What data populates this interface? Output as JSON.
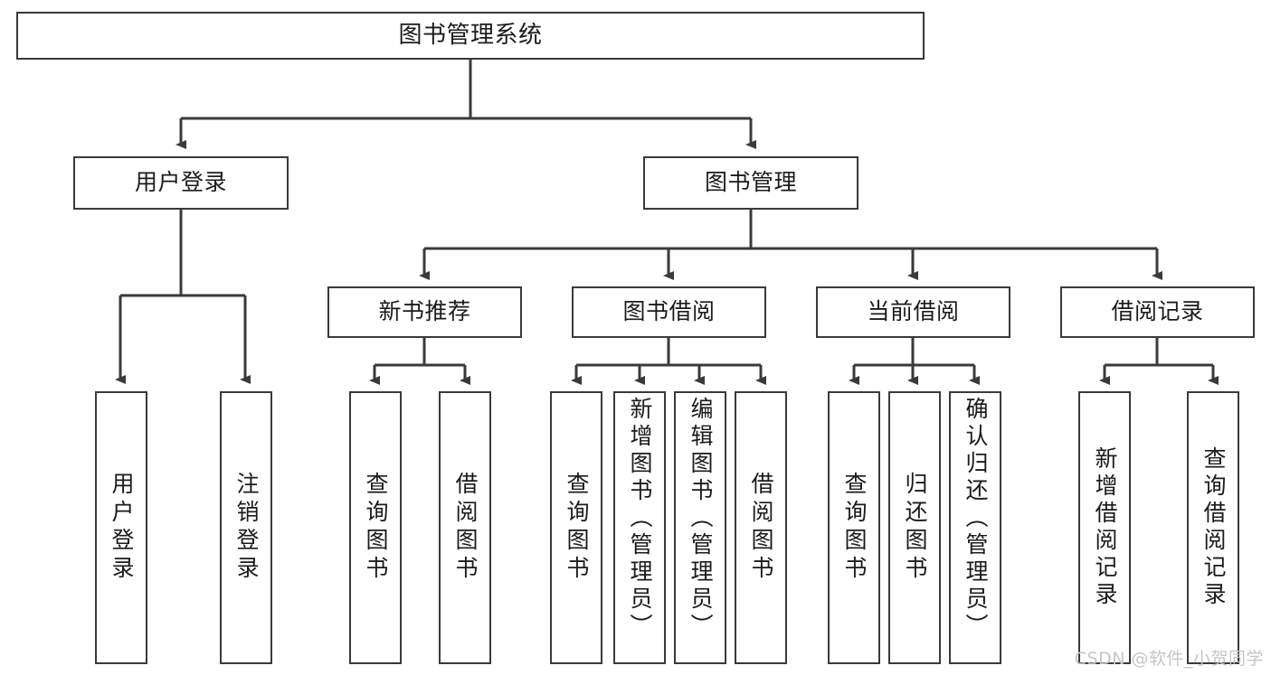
{
  "diagram": {
    "type": "tree-hierarchy-diagram",
    "title": "图书管理系统",
    "orientation": "top-down",
    "colors": {
      "box_border": "#3a3a3a",
      "box_fill": "#ffffff",
      "connector": "#3a3a3a",
      "text": "#1b1b1b",
      "watermark": "#c6c6c6",
      "background": "#ffffff"
    },
    "root": {
      "label": "图书管理系统"
    },
    "level2": [
      {
        "label": "用户登录"
      },
      {
        "label": "图书管理"
      }
    ],
    "level3": [
      {
        "label": "新书推荐"
      },
      {
        "label": "图书借阅"
      },
      {
        "label": "当前借阅"
      },
      {
        "label": "借阅记录"
      }
    ],
    "leaves": {
      "user_login": [
        {
          "label": "用户登录"
        },
        {
          "label": "注销登录"
        }
      ],
      "new_book_recommend": [
        {
          "label": "查询图书"
        },
        {
          "label": "借阅图书"
        }
      ],
      "book_borrow": [
        {
          "label": "查询图书"
        },
        {
          "label": "新增图书（管理员）"
        },
        {
          "label": "编辑图书（管理员）"
        },
        {
          "label": "借阅图书"
        }
      ],
      "current_borrow": [
        {
          "label": "查询图书"
        },
        {
          "label": "归还图书"
        },
        {
          "label": "确认归还（管理员）"
        }
      ],
      "borrow_record": [
        {
          "label": "新增借阅记录"
        },
        {
          "label": "查询借阅记录"
        }
      ]
    }
  },
  "watermark": {
    "text": "CSDN @软件_小贺同学"
  }
}
